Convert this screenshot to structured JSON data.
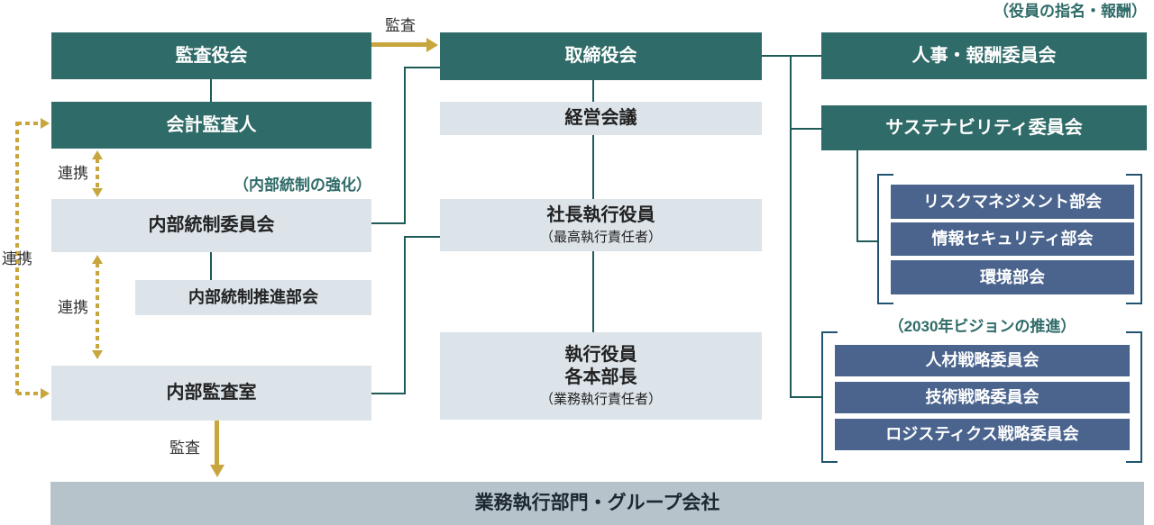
{
  "nodes": {
    "audit_board": {
      "label": "監査役会"
    },
    "accounting_auditor": {
      "label": "会計監査人"
    },
    "internal_control_committee": {
      "label": "内部統制委員会"
    },
    "internal_control_promotion_subcommittee": {
      "label": "内部統制推進部会"
    },
    "internal_audit_office": {
      "label": "内部監査室"
    },
    "board_of_directors": {
      "label": "取締役会"
    },
    "management_meeting": {
      "label": "経営会議"
    },
    "president_executive_officer": {
      "label": "社長執行役員",
      "sublabel": "（最高執行責任者）"
    },
    "executive_officers": {
      "label1": "執行役員",
      "label2": "各本部長",
      "sublabel": "（業務執行責任者）"
    },
    "hr_compensation_committee": {
      "label": "人事・報酬委員会"
    },
    "sustainability_committee": {
      "label": "サステナビリティ委員会"
    },
    "risk_management_subcommittee": {
      "label": "リスクマネジメント部会"
    },
    "info_security_subcommittee": {
      "label": "情報セキュリティ部会"
    },
    "environment_subcommittee": {
      "label": "環境部会"
    },
    "hr_strategy_committee": {
      "label": "人材戦略委員会"
    },
    "tech_strategy_committee": {
      "label": "技術戦略委員会"
    },
    "logistics_strategy_committee": {
      "label": "ロジスティクス戦略委員会"
    },
    "business_execution": {
      "label": "業務執行部門・グループ会社"
    }
  },
  "annotations": {
    "officer_nomination": "（役員の指名・報酬）",
    "internal_control": "（内部統制の強化）",
    "vision_2030": "（2030年ビジョンの推進）"
  },
  "edge_labels": {
    "audit_top": "監査",
    "audit_bottom": "監査",
    "renkei_left": "連携",
    "renkei_upper": "連携",
    "renkei_lower": "連携"
  },
  "colors": {
    "teal_box": "#2f6b68",
    "light_box": "#dce3e9",
    "blue_box": "#4a648e",
    "bottom_bar": "#b7c3cb",
    "gold": "#c8a63e",
    "line_teal": "#1e5a57",
    "bracket_blue": "#1f5370",
    "annotation_text": "#2e6b68"
  }
}
